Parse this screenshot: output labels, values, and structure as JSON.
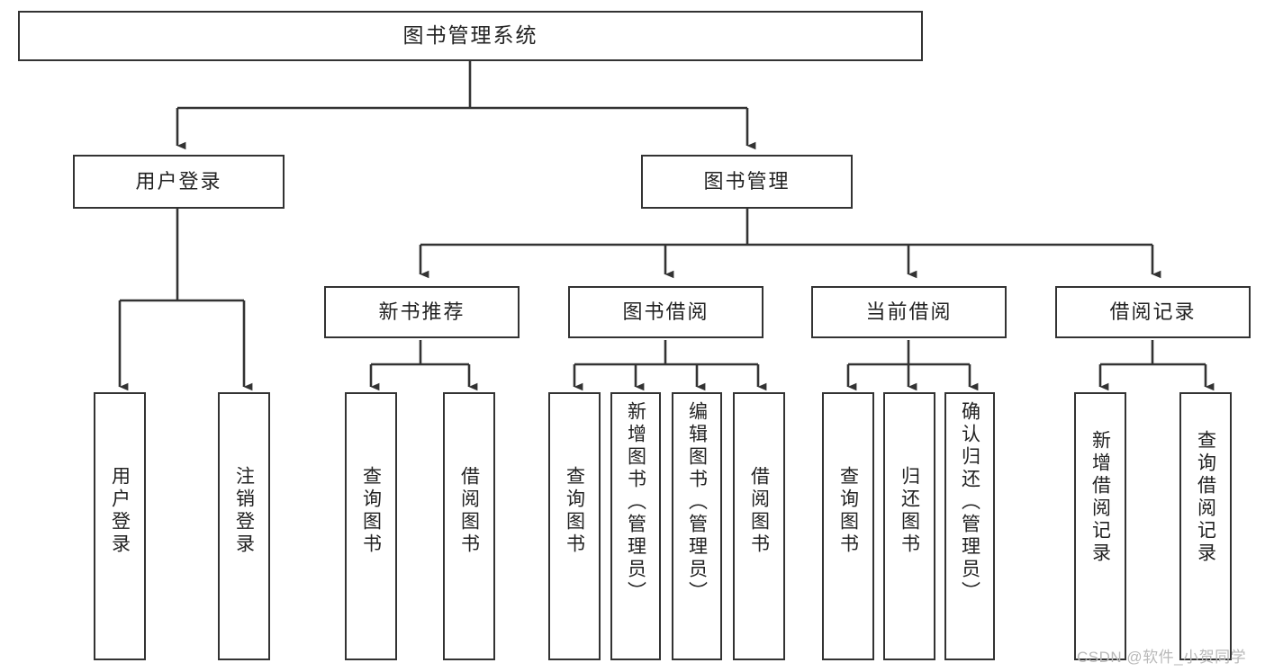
{
  "diagram": {
    "title": "图书管理系统",
    "type": "tree",
    "orientation": "top-down",
    "colors": {
      "box_border": "#333333",
      "box_fill": "#ffffff",
      "edge": "#333333",
      "text": "#222222",
      "watermark": "#b9b9b9",
      "canvas": "#ffffff"
    }
  },
  "nodes": {
    "root": {
      "label": "图书管理系统"
    },
    "level2": [
      {
        "id": "user-login",
        "label": "用户登录"
      },
      {
        "id": "book-manage",
        "label": "图书管理"
      }
    ],
    "level3": [
      {
        "id": "new-book-recommend",
        "label": "新书推荐"
      },
      {
        "id": "book-borrow",
        "label": "图书借阅"
      },
      {
        "id": "current-borrow",
        "label": "当前借阅"
      },
      {
        "id": "borrow-record",
        "label": "借阅记录"
      }
    ],
    "leaves": [
      {
        "id": "leaf-user-login",
        "parent": "user-login",
        "label": "用户登录"
      },
      {
        "id": "leaf-logout-login",
        "parent": "user-login",
        "label": "注销登录"
      },
      {
        "id": "leaf-query-book-1",
        "parent": "new-book-recommend",
        "label": "查询图书"
      },
      {
        "id": "leaf-borrow-book-1",
        "parent": "new-book-recommend",
        "label": "借阅图书"
      },
      {
        "id": "leaf-query-book-2",
        "parent": "book-borrow",
        "label": "查询图书"
      },
      {
        "id": "leaf-add-book",
        "parent": "book-borrow",
        "label": "新增图书（管理员）"
      },
      {
        "id": "leaf-edit-book",
        "parent": "book-borrow",
        "label": "编辑图书（管理员）"
      },
      {
        "id": "leaf-borrow-book-2",
        "parent": "book-borrow",
        "label": "借阅图书"
      },
      {
        "id": "leaf-query-book-3",
        "parent": "current-borrow",
        "label": "查询图书"
      },
      {
        "id": "leaf-return-book",
        "parent": "current-borrow",
        "label": "归还图书"
      },
      {
        "id": "leaf-confirm-return",
        "parent": "current-borrow",
        "label": "确认归还（管理员）"
      },
      {
        "id": "leaf-add-record",
        "parent": "borrow-record",
        "label": "新增借阅记录"
      },
      {
        "id": "leaf-query-record",
        "parent": "borrow-record",
        "label": "查询借阅记录"
      }
    ]
  },
  "watermark": {
    "text": "CSDN @软件_小贺同学"
  }
}
